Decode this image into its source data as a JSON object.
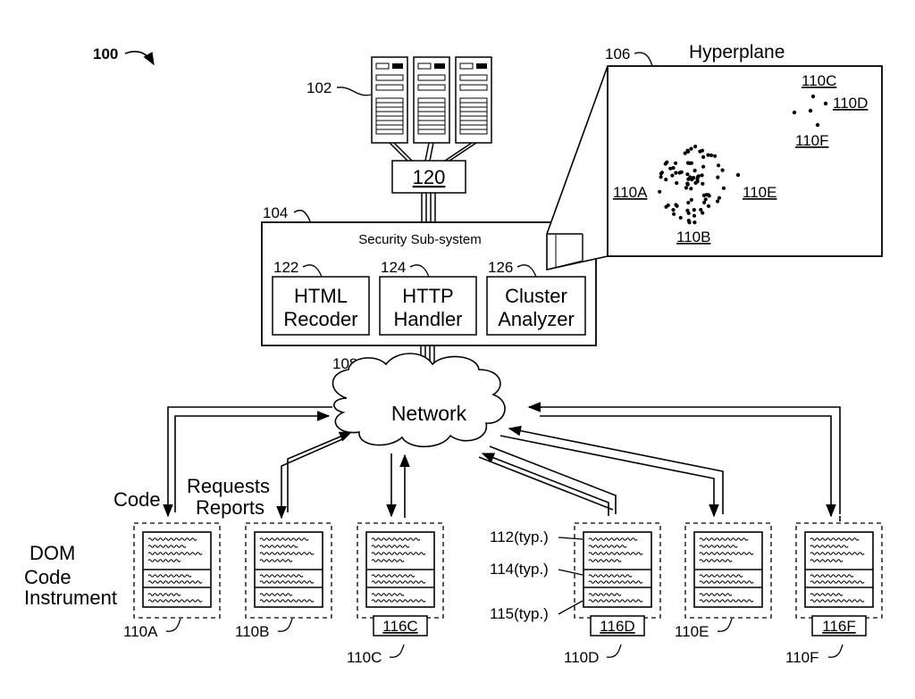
{
  "figure": {
    "ref_main": "100",
    "server_ref": "102",
    "hub_label": "120",
    "hyperplane": {
      "ref": "106",
      "title": "Hyperplane",
      "labels": {
        "c": "110C",
        "d": "110D",
        "f": "110F",
        "a": "110A",
        "e": "110E",
        "b": "110B"
      }
    },
    "security": {
      "ref": "104",
      "title": "Security Sub-system",
      "modules": [
        {
          "ref": "122",
          "line1": "HTML",
          "line2": "Recoder"
        },
        {
          "ref": "124",
          "line1": "HTTP",
          "line2": "Handler"
        },
        {
          "ref": "126",
          "line1": "Cluster",
          "line2": "Analyzer"
        }
      ]
    },
    "network": {
      "ref": "108",
      "label": "Network"
    },
    "flow_labels": {
      "code": "Code",
      "requests": "Requests",
      "reports": "Reports"
    },
    "legend": {
      "dom": "DOM",
      "code": "Code",
      "instrument": "Instrument"
    },
    "callouts": {
      "typ112": "112(typ.)",
      "typ114": "114(typ.)",
      "typ115": "115(typ.)"
    },
    "clients": [
      {
        "ref": "110A",
        "tag": ""
      },
      {
        "ref": "110B",
        "tag": ""
      },
      {
        "ref": "110C",
        "tag": "116C"
      },
      {
        "ref": "110D",
        "tag": "116D"
      },
      {
        "ref": "110E",
        "tag": ""
      },
      {
        "ref": "110F",
        "tag": "116F"
      }
    ]
  }
}
